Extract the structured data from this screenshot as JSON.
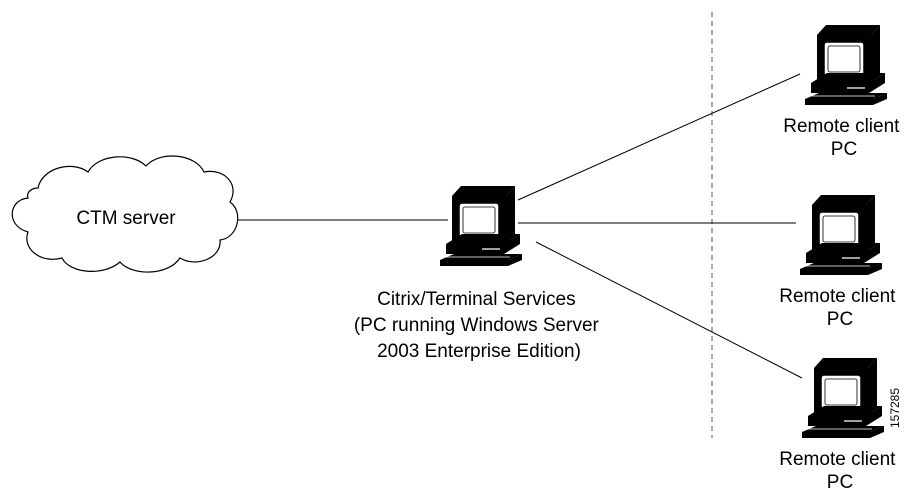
{
  "cloud": {
    "label": "CTM server",
    "icon": "cloud-icon"
  },
  "server": {
    "icon": "computer-icon",
    "lines": [
      "Citrix/Terminal Services",
      "(PC running Windows Server",
      "2003 Enterprise Edition)"
    ]
  },
  "clients": [
    {
      "icon": "computer-icon",
      "lines": [
        "Remote client",
        "PC"
      ]
    },
    {
      "icon": "computer-icon",
      "lines": [
        "Remote client",
        "PC"
      ]
    },
    {
      "icon": "computer-icon",
      "lines": [
        "Remote client",
        "PC"
      ]
    }
  ],
  "figure_id": "157285"
}
